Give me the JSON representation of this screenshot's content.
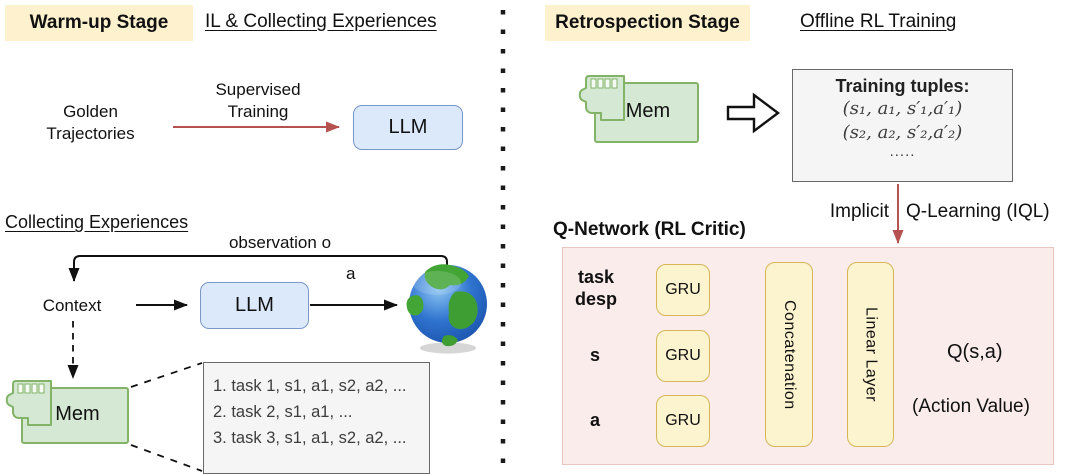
{
  "colors": {
    "highlight_yellow": "#fdf1ce",
    "llm_fill": "#dbe9fb",
    "llm_stroke": "#7a97c6",
    "memory_fill": "#d5e8d4",
    "memory_stroke": "#82b366",
    "gray_fill": "#f5f5f5",
    "gray_stroke": "#686868",
    "qnet_fill": "#f9eceb",
    "qnet_stroke": "#e9c6c2",
    "gru_fill": "#fcf3cf",
    "gru_stroke": "#d6b656",
    "red_arrow": "#b5524f",
    "globe_blue": "#2a6fd1",
    "globe_green": "#43a536"
  },
  "left": {
    "stage_label": "Warm-up Stage",
    "stage_title": "IL & Collecting Experiences",
    "golden": "Golden\nTrajectories",
    "supervised": "Supervised\nTraining",
    "llm_top": "LLM",
    "collecting_heading": "Collecting Experiences",
    "observation": "observation o",
    "context": "Context",
    "llm_loop": "LLM",
    "action": "a",
    "mem": "Mem",
    "memory_lines": [
      "1. task 1, s1, a1, s2, a2, ...",
      "2. task 2, s1, a1, ...",
      "3. task 3, s1, a1, s2, a2, ..."
    ]
  },
  "right": {
    "stage_label": "Retrospection Stage",
    "stage_title": "Offline RL Training",
    "mem": "Mem",
    "tuples_title": "Training tuples:",
    "tuple_lines": [
      "(s₁, a₁, s′₁,a′₁)",
      "(s₂, a₂, s′₂,a′₂)",
      "....."
    ],
    "iql_left": "Implicit",
    "iql_right": "Q-Learning (IQL)",
    "qnet_heading": "Q-Network (RL Critic)",
    "rows": [
      {
        "input": "task\ndesp",
        "gru": "GRU"
      },
      {
        "input": "s",
        "gru": "GRU"
      },
      {
        "input": "a",
        "gru": "GRU"
      }
    ],
    "concat": "Concatenation",
    "linear": "Linear Layer",
    "output": "Q(s,a)",
    "output_note": "(Action Value)"
  }
}
